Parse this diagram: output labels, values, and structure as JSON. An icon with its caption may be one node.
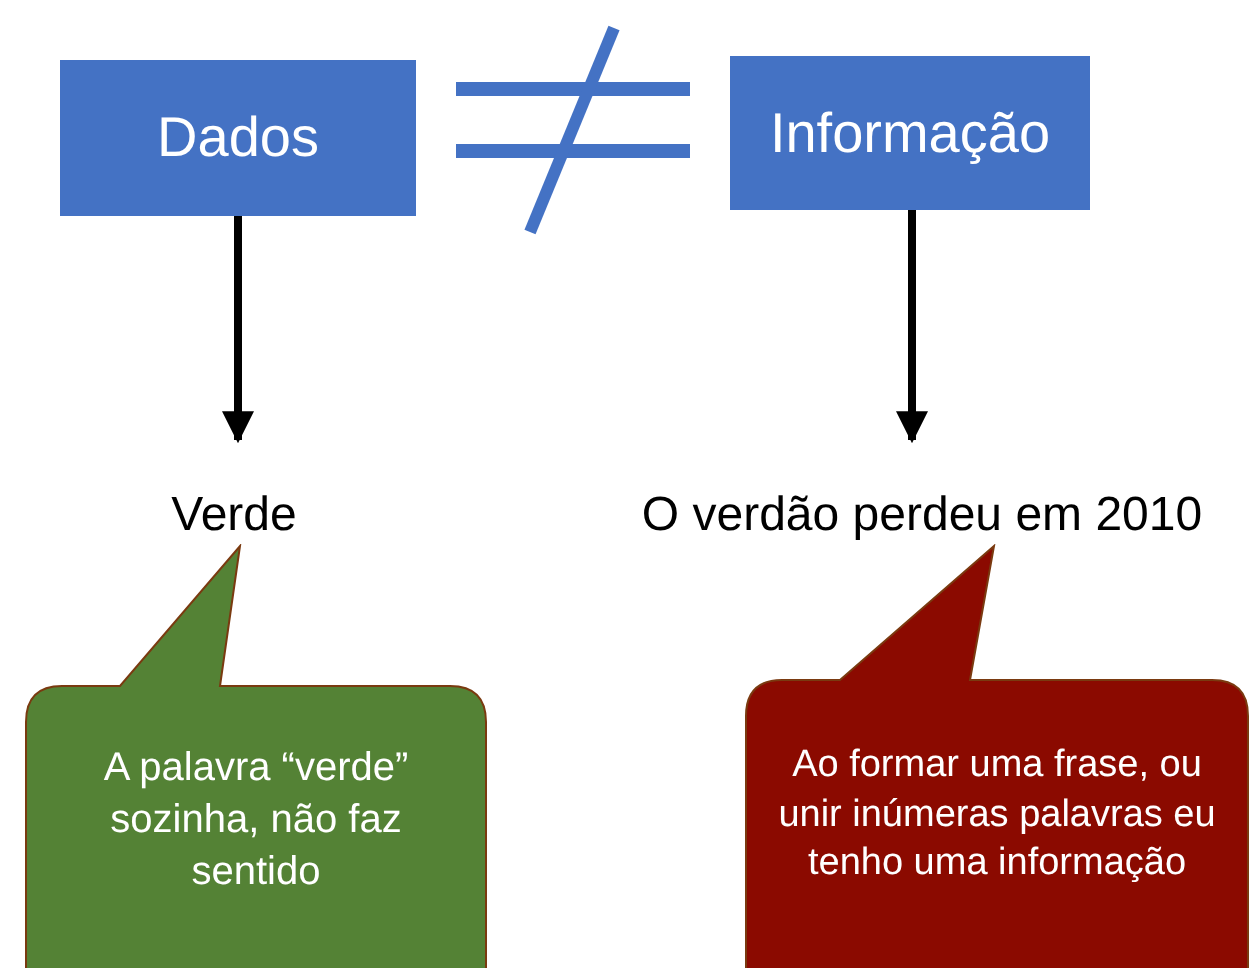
{
  "diagram": {
    "nodes": [
      {
        "text": [
          "Dados"
        ]
      },
      {
        "text": [
          "Informação"
        ]
      },
      {
        "text": [
          "Verde"
        ]
      },
      {
        "text": [
          "O verdão perdeu em 2010"
        ]
      },
      {
        "text": [
          "A palavra “verde” sozinha, não faz sentido"
        ]
      },
      {
        "text": [
          "Ao formar uma frase, ou unir inúmeras palavras eu tenho uma informação"
        ]
      }
    ],
    "edges": [
      {
        "from": 0,
        "to": 2,
        "arrow": "to"
      },
      {
        "from": 1,
        "to": 3,
        "arrow": "to"
      }
    ]
  }
}
